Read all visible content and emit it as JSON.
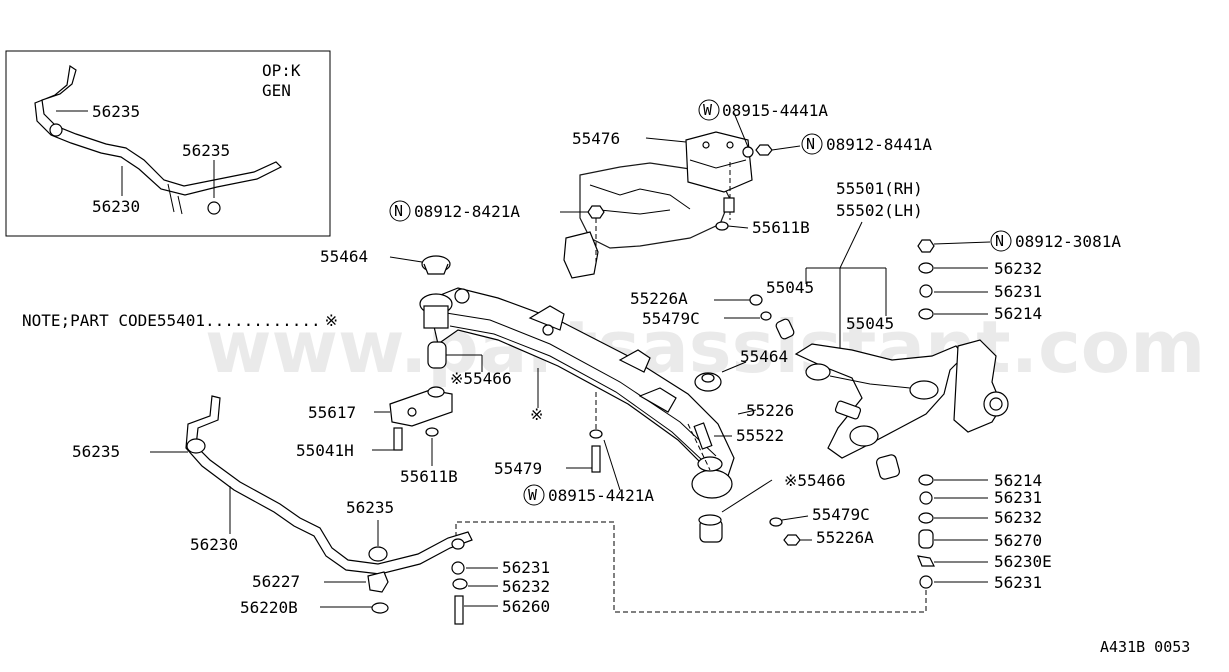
{
  "inset": {
    "line1": "OP:K",
    "line2": "GEN"
  },
  "labels": {
    "l1": "56235",
    "l2": "56235",
    "l3": "56230",
    "l4": "08915-4441A",
    "l5": "55476",
    "l6": "08912-8441A",
    "l7": "55501(RH)",
    "l8": "55502(LH)",
    "l9": "08912-8421A",
    "l10": "55611B",
    "l11": "08912-3081A",
    "l12": "55464",
    "l13": "56232",
    "l14": "55226A",
    "l15": "55045",
    "l16": "56231",
    "l17": "55479C",
    "l18": "56214",
    "l19": "55045",
    "l20": "55464",
    "l21": "55466",
    "l22": "55617",
    "l23": "55226",
    "l24": "55522",
    "l25": "56235",
    "l26": "55041H",
    "l27": "55611B",
    "l28": "55479",
    "l29": "56214",
    "l30": "55466",
    "l31": "56231",
    "l32": "08915-4421A",
    "l33": "56235",
    "l34": "55479C",
    "l35": "56232",
    "l36": "56230",
    "l37": "55226A",
    "l38": "56270",
    "l39": "56230E",
    "l40": "56231",
    "l41": "56227",
    "l42": "56232",
    "l43": "56231",
    "l44": "56220B",
    "l45": "56260"
  },
  "note": {
    "prefix": "NOTE;PART CODE",
    "code": "55401",
    "leader": "............",
    "mark": "※"
  },
  "marks": {
    "m1": "※",
    "m2": "※",
    "m3": "※"
  },
  "symbols": {
    "washer": "W",
    "nut": "N"
  },
  "watermark": "www.partsassistant.com",
  "diagram_code": "A431B 0053"
}
